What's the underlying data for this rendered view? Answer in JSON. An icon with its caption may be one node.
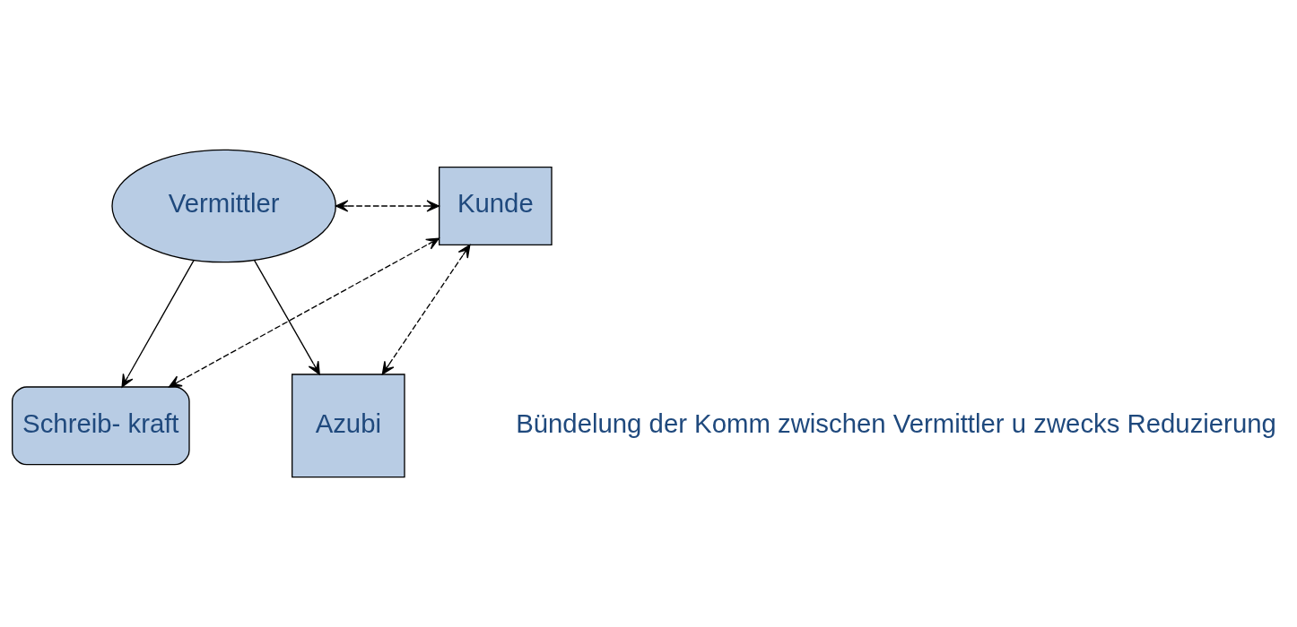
{
  "diagram": {
    "nodes": [
      {
        "text": [
          "Vermittler"
        ]
      },
      {
        "text": [
          "Kunde"
        ]
      },
      {
        "text": [
          "Schreib- kraft"
        ]
      },
      {
        "text": [
          "Azubi"
        ]
      }
    ],
    "edges": [
      {
        "from": 0,
        "to": 1,
        "arrow": "both",
        "style": "dashed"
      },
      {
        "from": 0,
        "to": 2,
        "arrow": "to"
      },
      {
        "from": 0,
        "to": 3,
        "arrow": "to"
      },
      {
        "from": 2,
        "to": 1,
        "arrow": "both",
        "style": "dashed"
      },
      {
        "from": 3,
        "to": 1,
        "arrow": "both",
        "style": "dashed"
      }
    ],
    "labels": [
      "Bündelung der Komm zwischen Vermittler u zwecks Reduzierung"
    ]
  }
}
